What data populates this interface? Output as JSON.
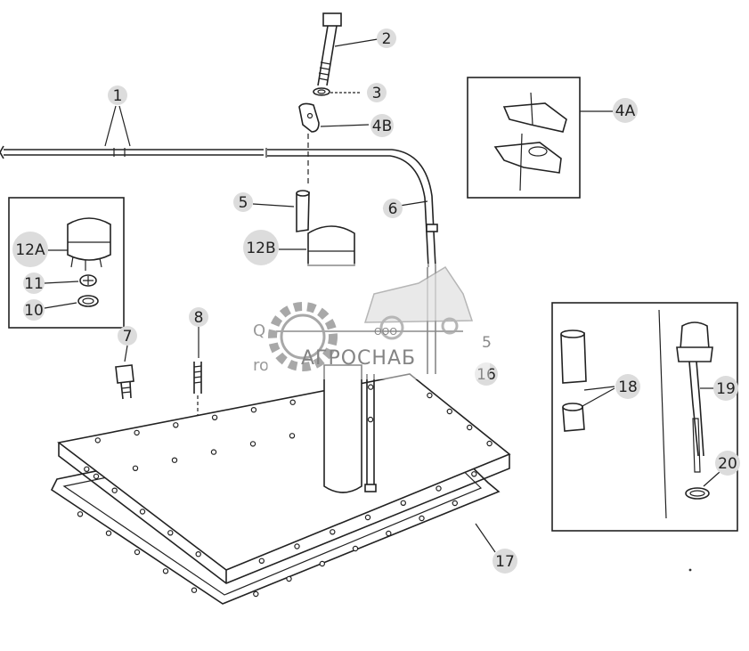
{
  "callouts": {
    "c1": "1",
    "c2": "2",
    "c3": "3",
    "c4a": "4A",
    "c4b": "4B",
    "c5": "5",
    "c6": "6",
    "c7": "7",
    "c8": "8",
    "c10": "10",
    "c11": "11",
    "c12a": "12A",
    "c12b": "12B",
    "c16": "16",
    "c17": "17",
    "c18": "18",
    "c19": "19",
    "c20": "20"
  },
  "watermark": {
    "company_prefix": "ООО",
    "company_name": "АГРОСНАБ"
  },
  "partial_labels": {
    "p_q": "Q",
    "p_ro": "ro",
    "p_5": "5"
  }
}
